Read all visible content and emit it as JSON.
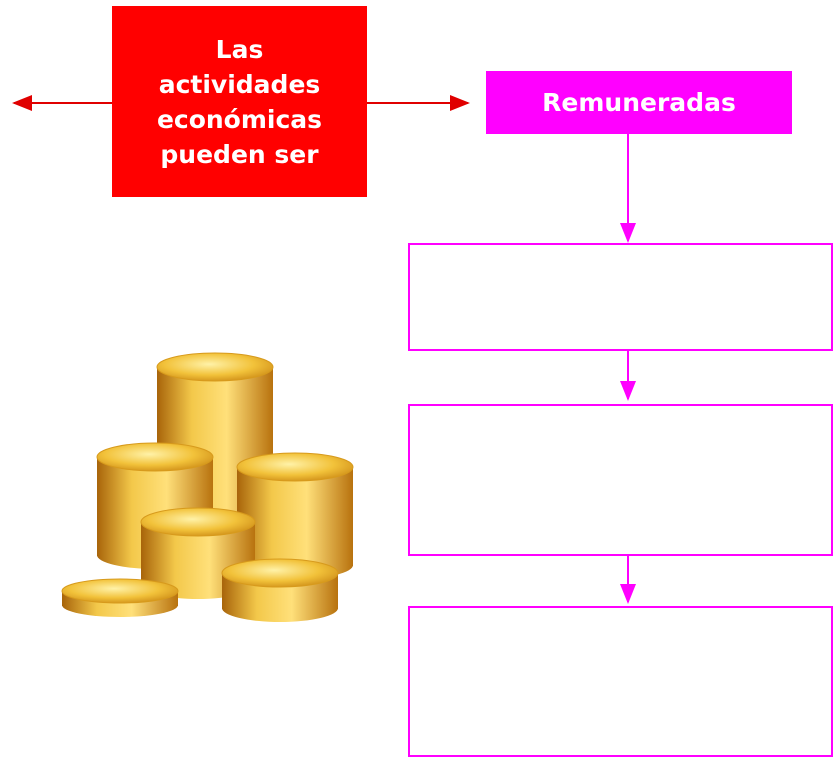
{
  "diagram": {
    "root_label": "Las\nactividades\neconómicas\npueden ser",
    "branch_right_label": "Remuneradas",
    "answer_boxes": [
      "",
      "",
      ""
    ]
  },
  "colors": {
    "root_fill": "#ff0000",
    "branch_fill": "#ff00ff",
    "box_border": "#ff00ff",
    "arrow_red": "#e00000",
    "arrow_magenta": "#ff00ff",
    "coin_gold": "#e8a818"
  },
  "illustration": {
    "name": "gold-coin-stacks"
  }
}
